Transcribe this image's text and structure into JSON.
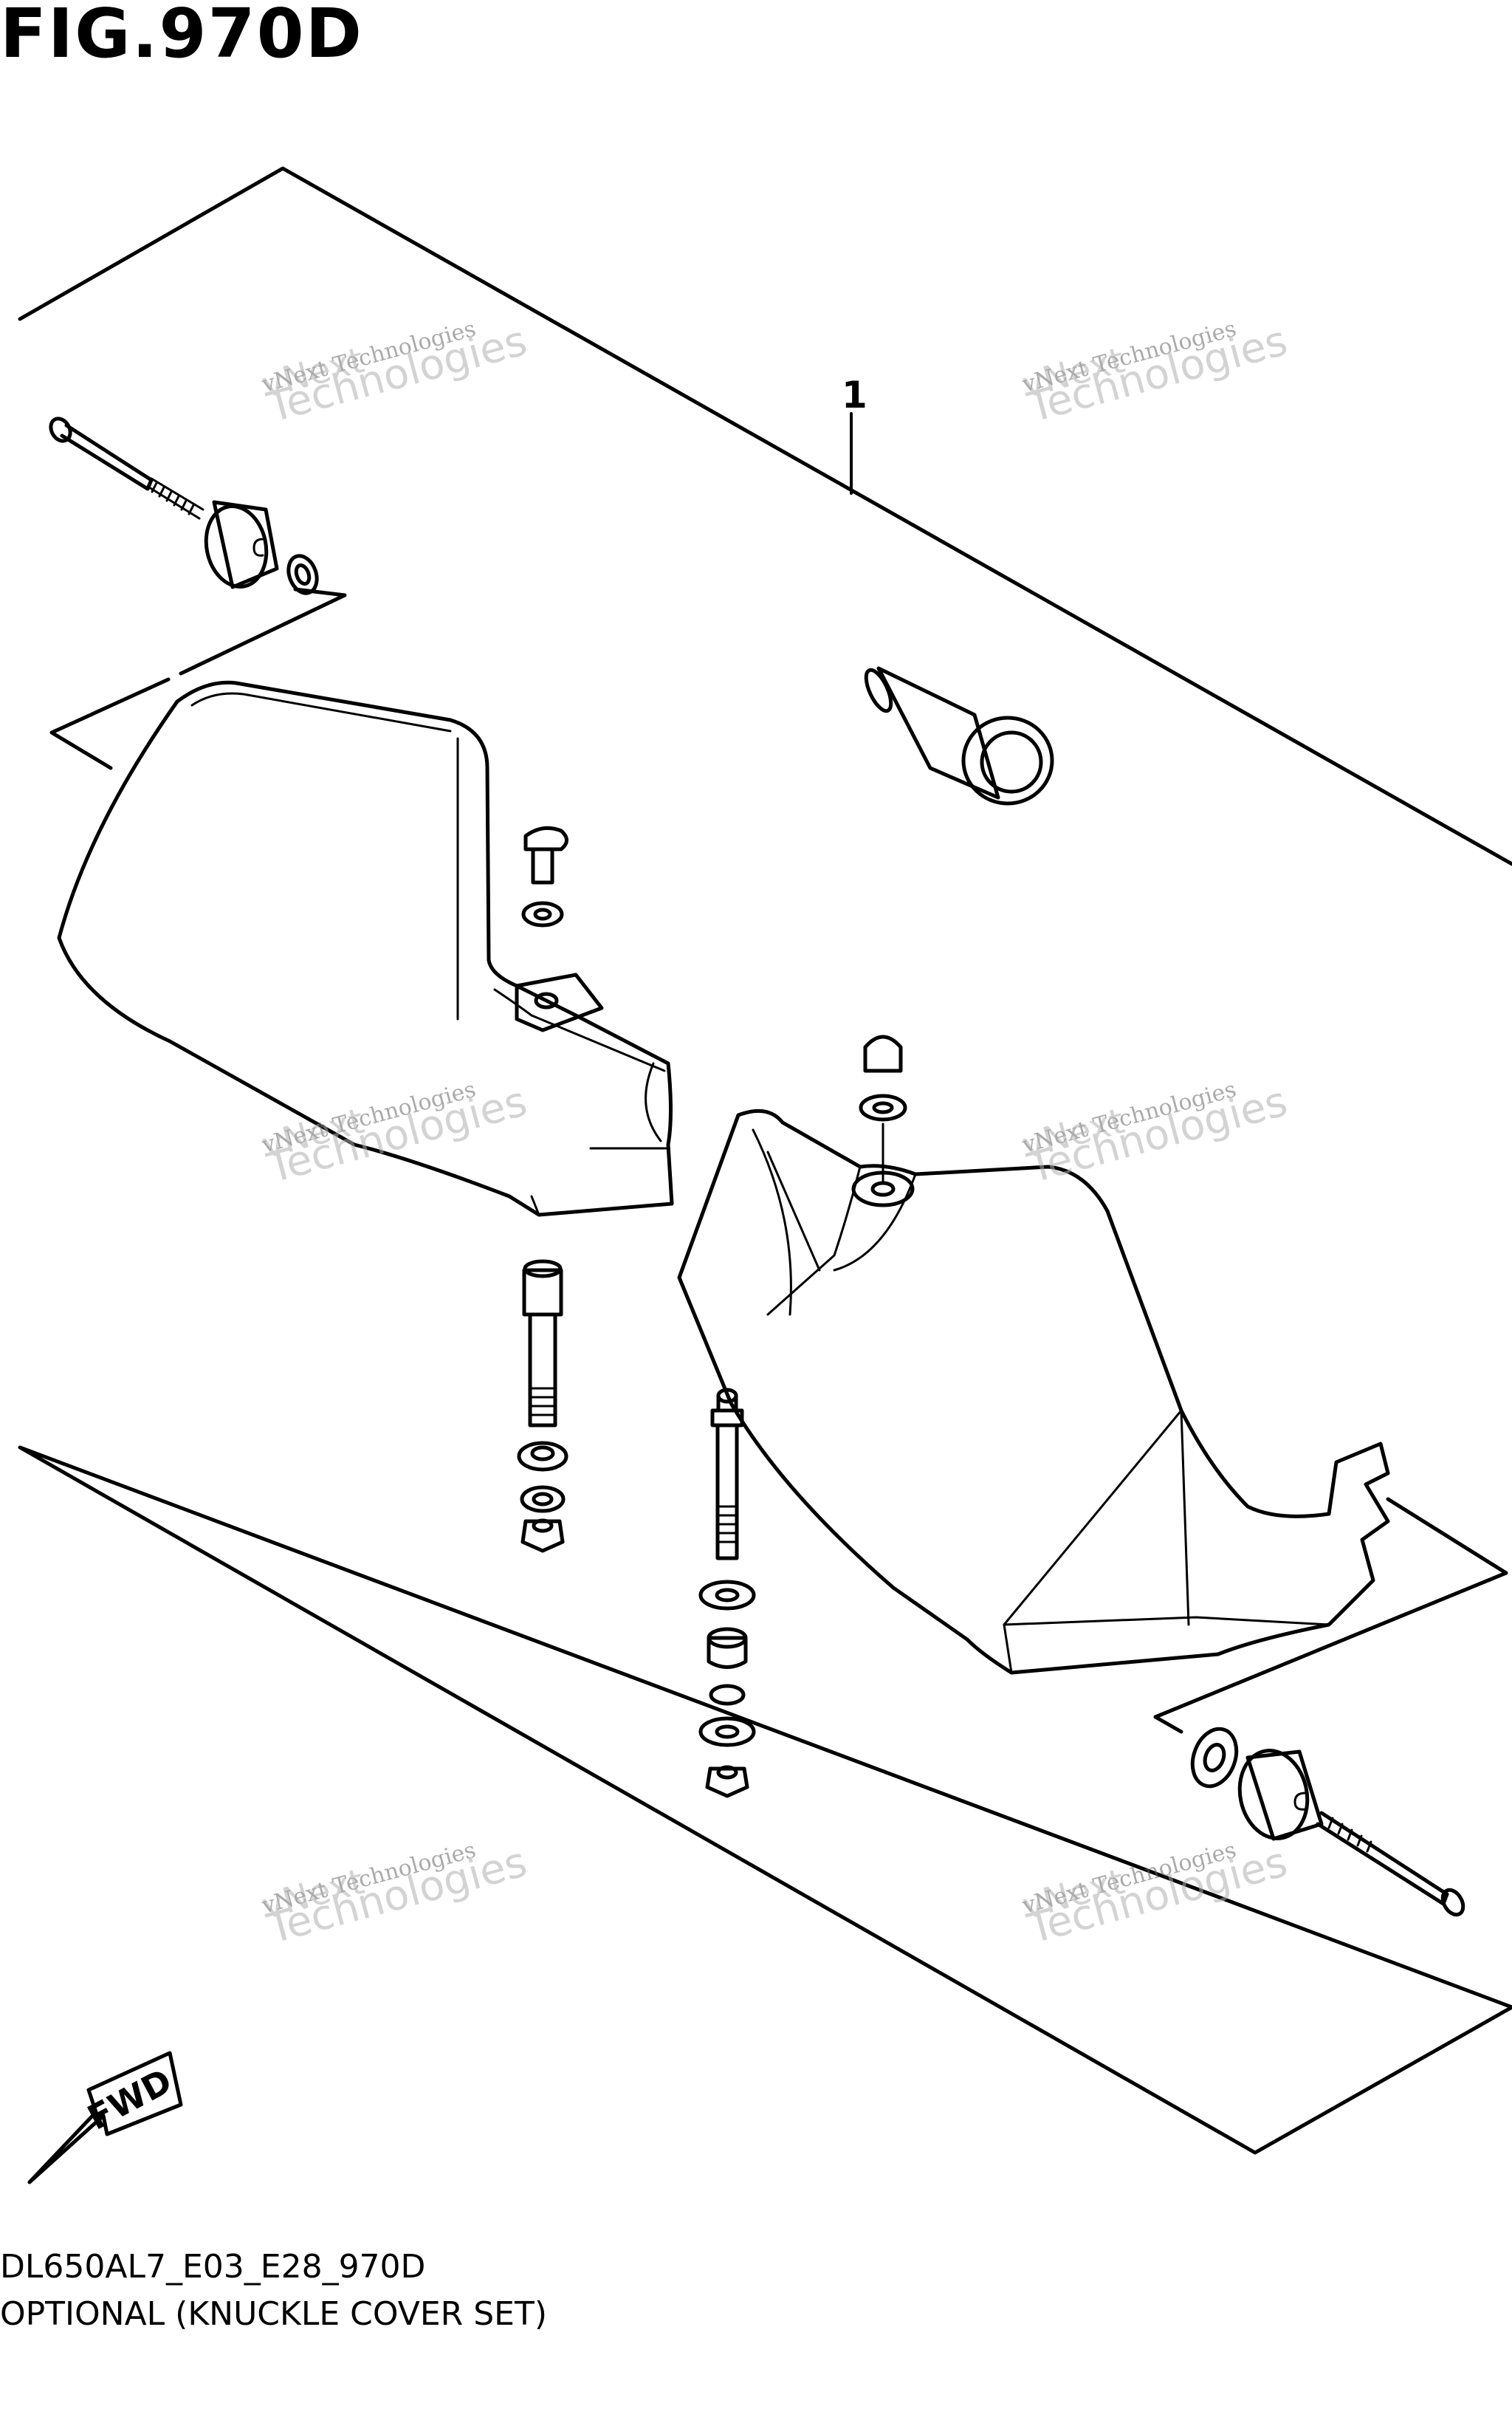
{
  "figure": {
    "title": "FIG.970D",
    "callout_number": "1",
    "fwd_label": "FWD",
    "model_code": "DL650AL7_E03_E28_970D",
    "caption": "OPTIONAL (KNUCKLE COVER SET)"
  },
  "watermark": {
    "brand": "vNext",
    "line": "vNext Technologies",
    "big": "Technologies"
  }
}
